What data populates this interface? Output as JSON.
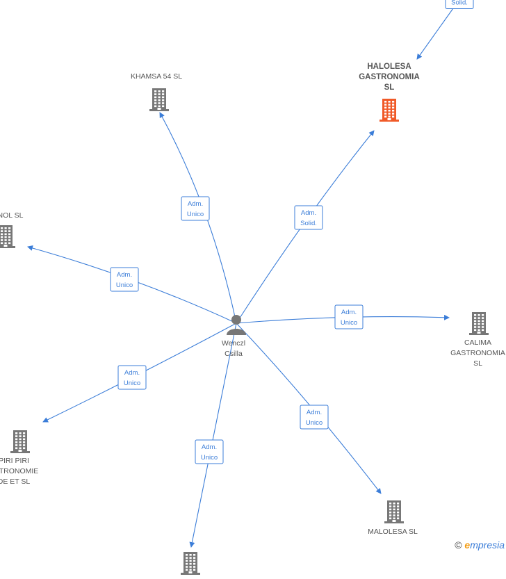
{
  "center": {
    "name": "Wenczl\nCsilla",
    "icon": "person-icon"
  },
  "companies": [
    {
      "id": "khamsa",
      "name": "KHAMSA 54  SL",
      "color": "#777777",
      "highlight": false
    },
    {
      "id": "halolesa",
      "name": "HALOLESA\nGASTRONOMIA\nSL",
      "color": "#f05a28",
      "highlight": true
    },
    {
      "id": "nol",
      "name": "NOL  SL",
      "color": "#777777",
      "highlight": false
    },
    {
      "id": "calima",
      "name": "CALIMA\nGASTRONOMIA\nSL",
      "color": "#777777",
      "highlight": false
    },
    {
      "id": "piri",
      "name": "PIRI PIRI\nASTRONOMIE\nDE ET  SL",
      "color": "#777777",
      "highlight": false
    },
    {
      "id": "malolesa",
      "name": "MALOLESA  SL",
      "color": "#777777",
      "highlight": false
    },
    {
      "id": "bottom",
      "name": "",
      "color": "#777777",
      "highlight": false
    }
  ],
  "relations": [
    {
      "to": "khamsa",
      "role": [
        "Adm.",
        "Unico"
      ]
    },
    {
      "to": "halolesa",
      "role": [
        "Adm.",
        "Solid."
      ]
    },
    {
      "to": "nol",
      "role": [
        "Adm.",
        "Unico"
      ]
    },
    {
      "to": "calima",
      "role": [
        "Adm.",
        "Unico"
      ]
    },
    {
      "to": "piri",
      "role": [
        "Adm.",
        "Unico"
      ]
    },
    {
      "to": "malolesa",
      "role": [
        "Adm.",
        "Unico"
      ]
    },
    {
      "to": "bottom",
      "role": [
        "Adm.",
        "Unico"
      ]
    },
    {
      "to": "halolesa",
      "from": "offscreen",
      "role": [
        "Solid."
      ]
    }
  ],
  "colors": {
    "edge": "#3b7dd8",
    "node": "#777777",
    "highlight": "#f05a28"
  },
  "watermark": {
    "symbol": "©",
    "brand_first": "e",
    "brand_rest": "mpresia"
  }
}
